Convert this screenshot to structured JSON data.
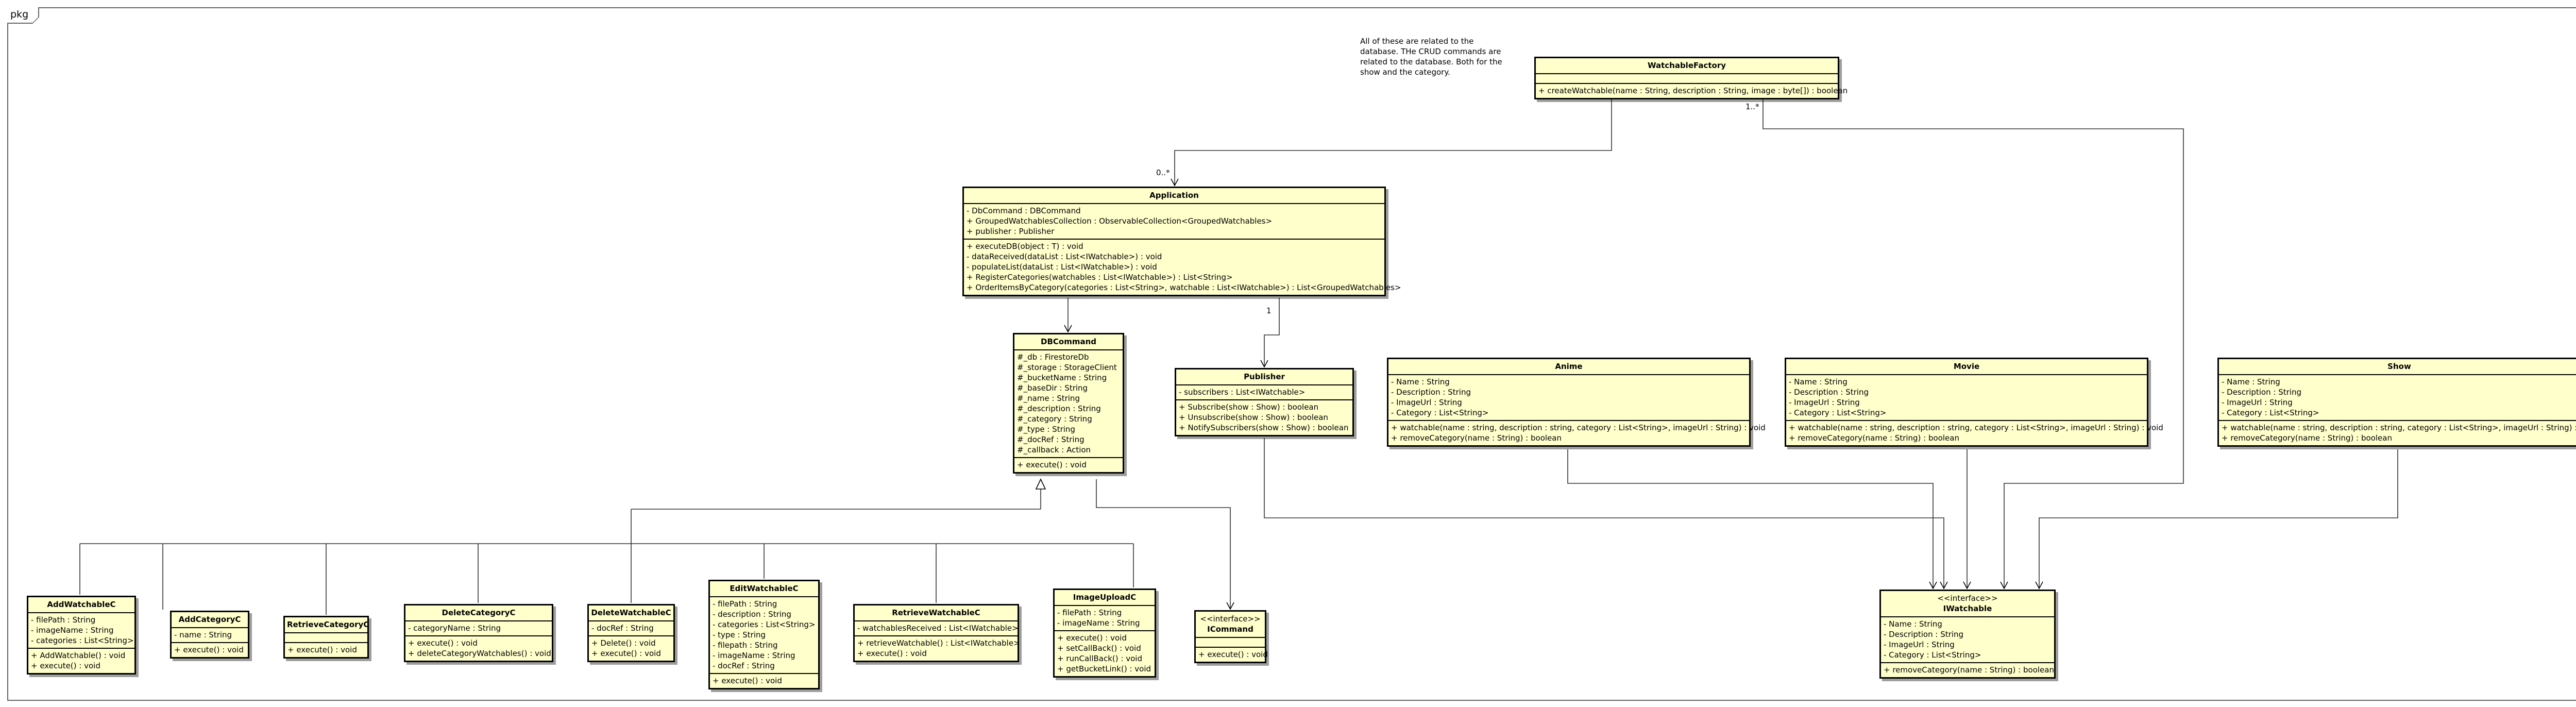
{
  "package_label": "pkg",
  "note": "All of these are related to the database. THe CRUD commands are related to the database. Both for the show and the category.",
  "multiplicities": {
    "factory_app_target": "0..*",
    "factory_iwatchable_source": "1..*",
    "app_publisher_source": "1"
  },
  "classes": {
    "watchable_factory": {
      "name": "WatchableFactory",
      "attributes": [],
      "operations": [
        "+ createWatchable(name : String, description : String, image : byte[]) : boolean"
      ]
    },
    "application": {
      "name": "Application",
      "attributes": [
        "- DbCommand : DBCommand",
        "+ GroupedWatchablesCollection : ObservableCollection<GroupedWatchables>",
        "+ publisher : Publisher"
      ],
      "operations": [
        "+ executeDB(object : T) : void",
        "- dataReceived(dataList : List<IWatchable>) : void",
        "- populateList(dataList : List<IWatchable>) : void",
        "+ RegisterCategories(watchables : List<IWatchable>) : List<String>",
        "+ OrderItemsByCategory(categories : List<String>, watchable : List<IWatchable>) : List<GroupedWatchables>"
      ]
    },
    "db_command": {
      "name": "DBCommand",
      "attributes": [
        "#_db : FirestoreDb",
        "#_storage : StorageClient",
        "#_bucketName : String",
        "#_baseDir : String",
        "#_name : String",
        "#_description : String",
        "#_category : String",
        "#_type : String",
        "#_docRef : String",
        "#_callback : Action"
      ],
      "operations": [
        "+ execute() : void"
      ]
    },
    "publisher": {
      "name": "Publisher",
      "attributes": [
        "- subscribers : List<IWatchable>"
      ],
      "operations": [
        "+ Subscribe(show : Show) : boolean",
        "+ Unsubscribe(show : Show) : boolean",
        "+ NotifySubscribers(show : Show) : boolean"
      ]
    },
    "anime": {
      "name": "Anime",
      "attributes": [
        "- Name : String",
        "- Description : String",
        "- ImageUrl : String",
        "- Category : List<String>"
      ],
      "operations": [
        "+ watchable(name : string, description : string, category : List<String>, imageUrl : String) : void",
        "+ removeCategory(name : String) : boolean"
      ]
    },
    "movie": {
      "name": "Movie",
      "attributes": [
        "- Name : String",
        "- Description : String",
        "- ImageUrl : String",
        "- Category : List<String>"
      ],
      "operations": [
        "+ watchable(name : string, description : string, category : List<String>, imageUrl : String) : void",
        "+ removeCategory(name : String) : boolean"
      ]
    },
    "show": {
      "name": "Show",
      "attributes": [
        "- Name : String",
        "- Description : String",
        "- ImageUrl : String",
        "- Category : List<String>"
      ],
      "operations": [
        "+ watchable(name : string, description : string, category : List<String>, imageUrl : String) : void",
        "+ removeCategory(name : String) : boolean"
      ]
    },
    "iwatchable": {
      "stereotype": "<<interface>>",
      "name": "IWatchable",
      "attributes": [
        "- Name : String",
        "- Description : String",
        "- ImageUrl : String",
        "- Category : List<String>"
      ],
      "operations": [
        "+ removeCategory(name : String) : boolean"
      ]
    },
    "icommand": {
      "stereotype": "<<interface>>",
      "name": "ICommand",
      "attributes": [],
      "operations": [
        "+ execute() : void"
      ]
    },
    "add_watchable_c": {
      "name": "AddWatchableC",
      "attributes": [
        "- filePath : String",
        "- imageName : String",
        "- categories : List<String>"
      ],
      "operations": [
        "+ AddWatchable() : void",
        "+ execute() : void"
      ]
    },
    "add_category_c": {
      "name": "AddCategoryC",
      "attributes": [
        "- name : String"
      ],
      "operations": [
        "+ execute() : void"
      ]
    },
    "retrieve_category_c": {
      "name": "RetrieveCategoryC",
      "attributes": [],
      "operations": [
        "+ execute() : void"
      ]
    },
    "delete_category_c": {
      "name": "DeleteCategoryC",
      "attributes": [
        "- categoryName : String"
      ],
      "operations": [
        "+ execute() : void",
        "+ deleteCategoryWatchables() : void"
      ]
    },
    "delete_watchable_c": {
      "name": "DeleteWatchableC",
      "attributes": [
        "- docRef : String"
      ],
      "operations": [
        "+ Delete() : void",
        "+ execute() : void"
      ]
    },
    "edit_watchable_c": {
      "name": "EditWatchableC",
      "attributes": [
        "- filePath : String",
        "- description : String",
        "- categories : List<String>",
        "- type : String",
        "- filepath : String",
        "- imageName : String",
        "- docRef : String"
      ],
      "operations": [
        "+ execute() : void"
      ]
    },
    "retrieve_watchable_c": {
      "name": "RetrieveWatchableC",
      "attributes": [
        "- watchablesReceived : List<IWatchable>"
      ],
      "operations": [
        "+ retrieveWatchable() : List<IWatchable>",
        "+ execute() : void"
      ]
    },
    "image_upload_c": {
      "name": "ImageUploadC",
      "attributes": [
        "- filePath : String",
        "- imageName : String"
      ],
      "operations": [
        "+ execute() : void",
        "+ setCallBack() : void",
        "+ runCallBack() : void",
        "+ getBucketLink() : void"
      ]
    }
  }
}
